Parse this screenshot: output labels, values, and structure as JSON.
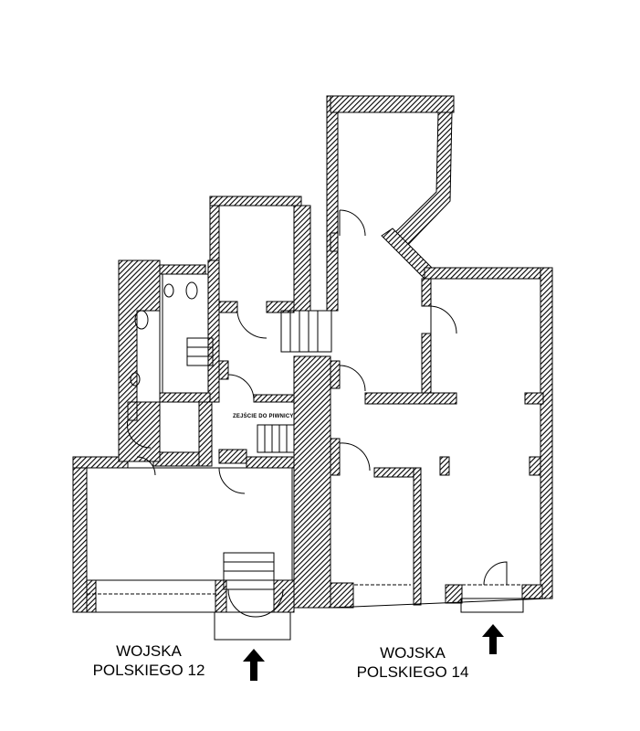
{
  "plan": {
    "stairs_label": "ZEJŚCIE DO PIWNICY",
    "address_left": {
      "line1": "WOJSKA",
      "line2": "POLSKIEGO 12"
    },
    "address_right": {
      "line1": "WOJSKA",
      "line2": "POLSKIEGO 14"
    },
    "entrance_arrow_icons": [
      "arrow-up-icon",
      "arrow-up-icon"
    ]
  }
}
